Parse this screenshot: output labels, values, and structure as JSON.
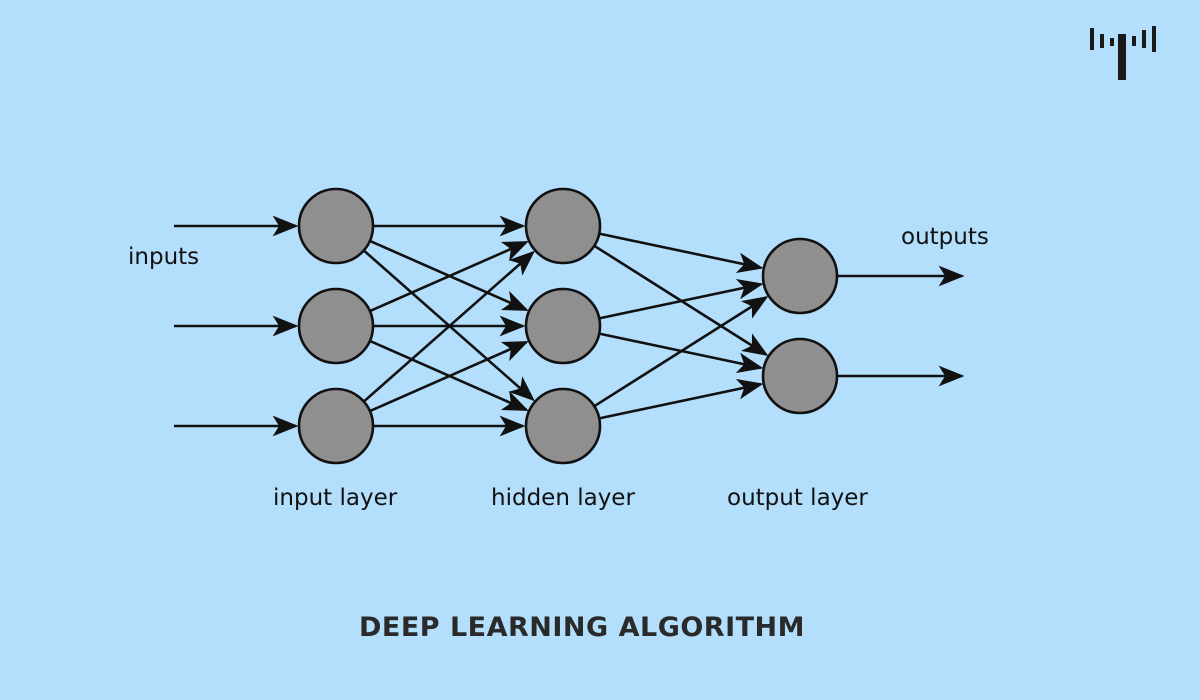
{
  "colors": {
    "background": "#b3dffc",
    "node_fill": "#8f8f8f",
    "stroke": "#111111",
    "title": "#2a2a2a"
  },
  "labels": {
    "inputs": "inputs",
    "outputs": "outputs",
    "input_layer": "input layer",
    "hidden_layer": "hidden layer",
    "output_layer": "output layer"
  },
  "title": "DEEP LEARNING ALGORITHM",
  "logo": {
    "icon": "brand-logo-icon"
  },
  "network": {
    "layers": [
      {
        "name": "input",
        "nodes": 3
      },
      {
        "name": "hidden",
        "nodes": 3
      },
      {
        "name": "output",
        "nodes": 2
      }
    ],
    "fully_connected": true,
    "input_arrows": 3,
    "output_arrows": 2
  }
}
